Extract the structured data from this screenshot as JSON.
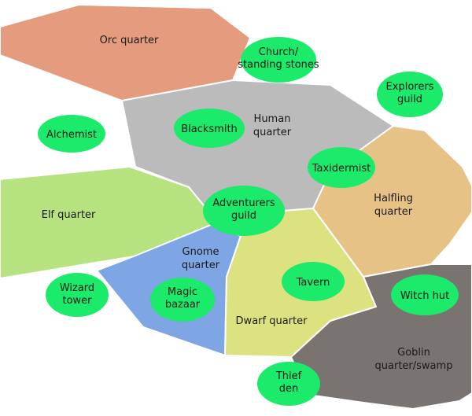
{
  "colors": {
    "orc": "#E59B7E",
    "human": "#BBBBBB",
    "halfling": "#E6C287",
    "elf": "#B6E27F",
    "gnome": "#7FA6E4",
    "dwarf": "#DCE27F",
    "goblin": "#7A7470",
    "place": "#1BEA6A",
    "border": "#ffffff"
  },
  "regions": {
    "orc": [
      "Orc quarter"
    ],
    "human": [
      "Human",
      "quarter"
    ],
    "halfling": [
      "Halfling",
      "quarter"
    ],
    "elf": [
      "Elf quarter"
    ],
    "gnome": [
      "Gnome",
      "quarter"
    ],
    "dwarf": [
      "Dwarf quarter"
    ],
    "goblin": [
      "Goblin",
      "quarter/swamp"
    ]
  },
  "places": {
    "church": [
      "Church/",
      "standing stones"
    ],
    "explorers": [
      "Explorers",
      "guild"
    ],
    "alchemist": [
      "Alchemist"
    ],
    "blacksmith": [
      "Blacksmith"
    ],
    "taxidermist": [
      "Taxidermist"
    ],
    "adventurers": [
      "Adventurers",
      "guild"
    ],
    "wizard": [
      "Wizard",
      "tower"
    ],
    "magic": [
      "Magic",
      "bazaar"
    ],
    "tavern": [
      "Tavern"
    ],
    "witch": [
      "Witch hut"
    ],
    "thief": [
      "Thief",
      "den"
    ]
  }
}
